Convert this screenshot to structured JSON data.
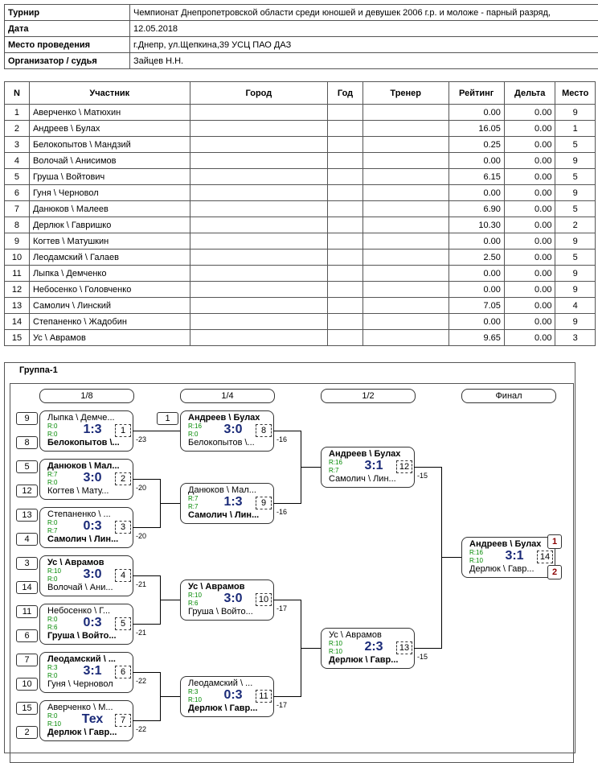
{
  "info": [
    {
      "key": "Турнир",
      "value": "Чемпионат Днепропетровской области среди юношей и девушек 2006 г.р. и моложе - парный разряд,"
    },
    {
      "key": "Дата",
      "value": "12.05.2018"
    },
    {
      "key": "Место проведения",
      "value": "г.Днепр, ул.Щепкина,39 УСЦ ПАО ДАЗ"
    },
    {
      "key": "Организатор / судья",
      "value": "Зайцев Н.Н."
    }
  ],
  "participants": {
    "headers": [
      "N",
      "Участник",
      "Город",
      "Год",
      "Тренер",
      "Рейтинг",
      "Дельта",
      "Место"
    ],
    "rows": [
      [
        "1",
        "Аверченко \\ Матюхин",
        "",
        "",
        "",
        "0.00",
        "0.00",
        "9"
      ],
      [
        "2",
        "Андреев \\ Булах",
        "",
        "",
        "",
        "16.05",
        "0.00",
        "1"
      ],
      [
        "3",
        "Белокопытов \\ Мандзий",
        "",
        "",
        "",
        "0.25",
        "0.00",
        "5"
      ],
      [
        "4",
        "Волочай \\ Анисимов",
        "",
        "",
        "",
        "0.00",
        "0.00",
        "9"
      ],
      [
        "5",
        "Груша \\ Войтович",
        "",
        "",
        "",
        "6.15",
        "0.00",
        "5"
      ],
      [
        "6",
        "Гуня \\ Черновол",
        "",
        "",
        "",
        "0.00",
        "0.00",
        "9"
      ],
      [
        "7",
        "Данюков \\ Малеев",
        "",
        "",
        "",
        "6.90",
        "0.00",
        "5"
      ],
      [
        "8",
        "Дерлюк \\ Гавришко",
        "",
        "",
        "",
        "10.30",
        "0.00",
        "2"
      ],
      [
        "9",
        "Когтев \\ Матушкин",
        "",
        "",
        "",
        "0.00",
        "0.00",
        "9"
      ],
      [
        "10",
        "Леодамский \\ Галаев",
        "",
        "",
        "",
        "2.50",
        "0.00",
        "5"
      ],
      [
        "11",
        "Лыпка \\ Демченко",
        "",
        "",
        "",
        "0.00",
        "0.00",
        "9"
      ],
      [
        "12",
        "Небосенко \\ Головченко",
        "",
        "",
        "",
        "0.00",
        "0.00",
        "9"
      ],
      [
        "13",
        "Самолич \\ Линский",
        "",
        "",
        "",
        "7.05",
        "0.00",
        "4"
      ],
      [
        "14",
        "Степаненко \\ Жадобин",
        "",
        "",
        "",
        "0.00",
        "0.00",
        "9"
      ],
      [
        "15",
        "Ус \\ Аврамов",
        "",
        "",
        "",
        "9.65",
        "0.00",
        "3"
      ]
    ]
  },
  "group": {
    "title": "Группа-1",
    "rounds": [
      "1/8",
      "1/4",
      "1/2",
      "Финал"
    ],
    "matches": [
      {
        "id": "m1",
        "t1": "Лыпка \\ Демче...",
        "r1": "R:0",
        "t2": "Белокопытов \\...",
        "r2": "R:0",
        "winner": 2,
        "score": "1:3",
        "no": "1",
        "seed1": "9",
        "seed2": "8",
        "diff": "-23"
      },
      {
        "id": "m2",
        "t1": "Данюков \\ Мал...",
        "r1": "R:7",
        "t2": "Когтев \\ Мату...",
        "r2": "R:0",
        "winner": 1,
        "score": "3:0",
        "no": "2",
        "seed1": "5",
        "seed2": "12",
        "diff": "-20"
      },
      {
        "id": "m3",
        "t1": "Степаненко \\ ...",
        "r1": "R:0",
        "t2": "Самолич \\ Лин...",
        "r2": "R:7",
        "winner": 2,
        "score": "0:3",
        "no": "3",
        "seed1": "13",
        "seed2": "4",
        "diff": "-20"
      },
      {
        "id": "m4",
        "t1": "Ус \\ Аврамов",
        "r1": "R:10",
        "t2": "Волочай \\ Ани...",
        "r2": "R:0",
        "winner": 1,
        "score": "3:0",
        "no": "4",
        "seed1": "3",
        "seed2": "14",
        "diff": "-21"
      },
      {
        "id": "m5",
        "t1": "Небосенко \\ Г...",
        "r1": "R:0",
        "t2": "Груша \\ Войто...",
        "r2": "R:6",
        "winner": 2,
        "score": "0:3",
        "no": "5",
        "seed1": "11",
        "seed2": "6",
        "diff": "-21"
      },
      {
        "id": "m6",
        "t1": "Леодамский \\ ...",
        "r1": "R:3",
        "t2": "Гуня \\ Черновол",
        "r2": "R:0",
        "winner": 1,
        "score": "3:1",
        "no": "6",
        "seed1": "7",
        "seed2": "10",
        "diff": "-22"
      },
      {
        "id": "m7",
        "t1": "Аверченко \\ М...",
        "r1": "R:0",
        "t2": "Дерлюк \\ Гавр...",
        "r2": "R:10",
        "winner": 2,
        "score": "Тех",
        "no": "7",
        "seed1": "15",
        "seed2": "2",
        "diff": "-22"
      },
      {
        "id": "m8",
        "t1": "Андреев \\ Булах",
        "r1": "R:16",
        "t2": "Белокопытов \\...",
        "r2": "R:0",
        "winner": 1,
        "score": "3:0",
        "no": "8",
        "seed1": "1",
        "diff": "-16"
      },
      {
        "id": "m9",
        "t1": "Данюков \\ Мал...",
        "r1": "R:7",
        "t2": "Самолич \\ Лин...",
        "r2": "R:7",
        "winner": 2,
        "score": "1:3",
        "no": "9",
        "diff": "-16"
      },
      {
        "id": "m10",
        "t1": "Ус \\ Аврамов",
        "r1": "R:10",
        "t2": "Груша \\ Войто...",
        "r2": "R:6",
        "winner": 1,
        "score": "3:0",
        "no": "10",
        "diff": "-17"
      },
      {
        "id": "m11",
        "t1": "Леодамский \\ ...",
        "r1": "R:3",
        "t2": "Дерлюк \\ Гавр...",
        "r2": "R:10",
        "winner": 2,
        "score": "0:3",
        "no": "11",
        "diff": "-17"
      },
      {
        "id": "m12",
        "t1": "Андреев \\ Булах",
        "r1": "R:16",
        "t2": "Самолич \\ Лин...",
        "r2": "R:7",
        "winner": 1,
        "score": "3:1",
        "no": "12",
        "diff": "-15"
      },
      {
        "id": "m13",
        "t1": "Ус \\ Аврамов",
        "r1": "R:10",
        "t2": "Дерлюк \\ Гавр...",
        "r2": "R:10",
        "winner": 2,
        "score": "2:3",
        "no": "13",
        "diff": "-15"
      },
      {
        "id": "m14",
        "t1": "Андреев \\ Булах",
        "r1": "R:16",
        "t2": "Дерлюк \\ Гавр...",
        "r2": "R:10",
        "winner": 1,
        "score": "3:1",
        "no": "14",
        "place1": "1",
        "place2": "2"
      }
    ]
  }
}
